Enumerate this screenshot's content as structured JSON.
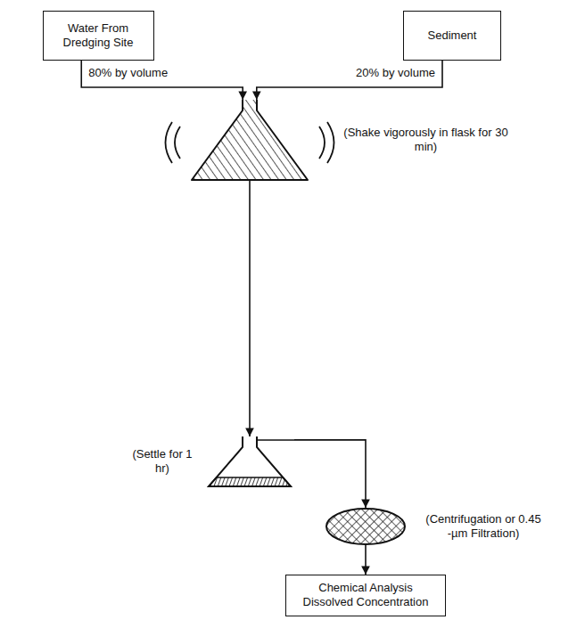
{
  "diagram": {
    "nodes": [
      {
        "text": [
          "Water From Dredging Site"
        ]
      },
      {
        "text": [
          "Sediment"
        ]
      },
      {
        "text": [
          "(Shake vigorously in flask for 30 min)"
        ]
      },
      {
        "text": [
          "(Settle for 1 hr)"
        ]
      },
      {
        "text": [
          "(Centrifugation or 0.45 -µm Filtration)"
        ]
      },
      {
        "text": [
          "Chemical Analysis Dissolved Concentration"
        ]
      }
    ],
    "edges": [
      {
        "from": 0,
        "to": 2,
        "label": "80% by volume",
        "arrow": "to"
      },
      {
        "from": 1,
        "to": 2,
        "label": "20% by volume",
        "arrow": "to"
      },
      {
        "from": 2,
        "to": 3,
        "arrow": "to"
      },
      {
        "from": 3,
        "to": 4,
        "arrow": "to"
      },
      {
        "from": 4,
        "to": 5,
        "arrow": "to"
      }
    ]
  }
}
